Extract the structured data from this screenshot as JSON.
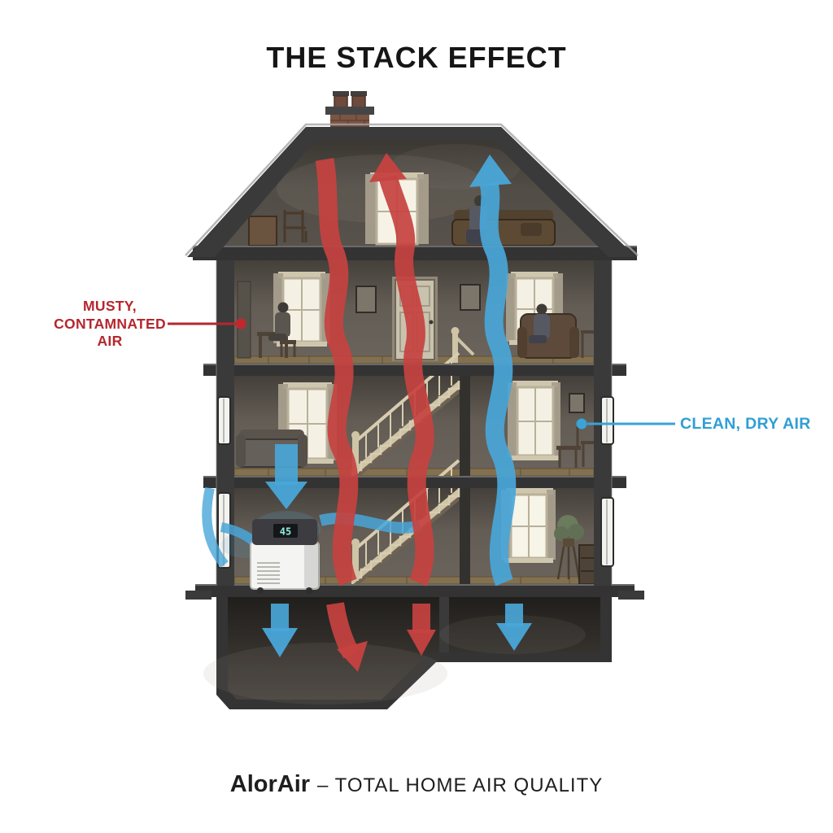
{
  "title": "THE STACK EFFECT",
  "labels": {
    "musty": {
      "line1": "MUSTY,",
      "line2": "CONTAMNATED",
      "line3": "AIR",
      "color": "#b5272d"
    },
    "clean": {
      "text": "CLEAN, DRY AIR",
      "color": "#2f9fd4"
    }
  },
  "device": {
    "type": "dehumidifier",
    "display": "45"
  },
  "arrow_colors": {
    "musty_air": "#c64240",
    "clean_air": "#49a6d8"
  },
  "footer": {
    "brand": "AlorAir",
    "tagline": "– TOTAL HOME AIR QUALITY"
  }
}
